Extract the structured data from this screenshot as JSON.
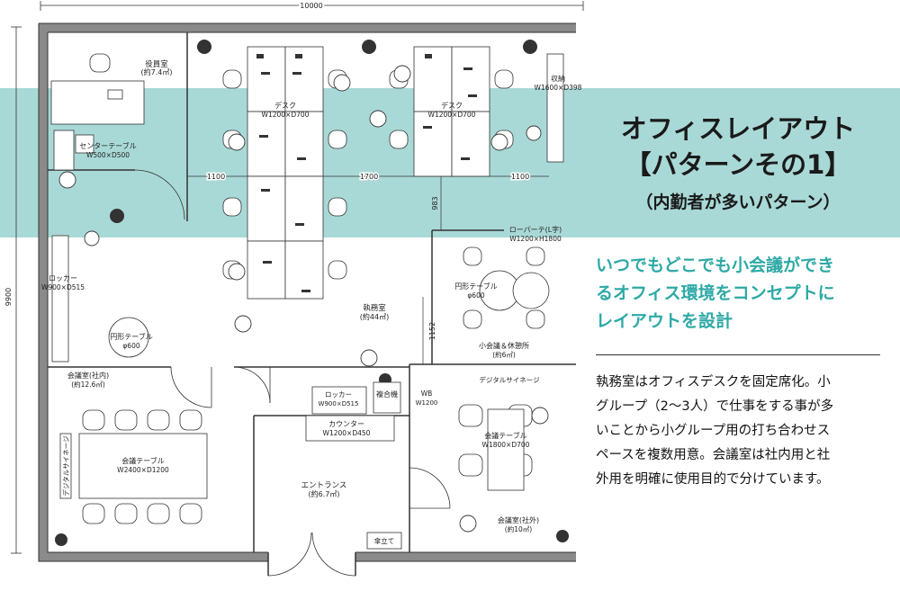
{
  "dims": {
    "width": "10000",
    "height": "9900",
    "d1100a": "1100",
    "d1700": "1700",
    "d1100b": "1100",
    "d983": "983",
    "d1152": "1152"
  },
  "rooms": {
    "exec": {
      "name": "役員室",
      "area": "(約7.4㎡)"
    },
    "storage": {
      "name": "収納",
      "size": "W1600×D398"
    },
    "desk1": {
      "name": "デスク",
      "size": "W1200×D700"
    },
    "desk2": {
      "name": "デスク",
      "size": "W1200×D700"
    },
    "center_table": {
      "name": "センターテーブル",
      "size": "W500×D500"
    },
    "partition": {
      "name": "ローパーテ(L字)",
      "size": "W1200×H1800"
    },
    "locker1": {
      "name": "ロッカー",
      "size": "W900×D515"
    },
    "round1": {
      "name": "円形テーブル",
      "size": "φ600"
    },
    "round2": {
      "name": "円形テーブル",
      "size": "φ600"
    },
    "office": {
      "name": "執務室",
      "area": "(約44㎡)"
    },
    "small_meeting": {
      "name": "小会議＆休憩所",
      "area": "(約6㎡)"
    },
    "meeting_in": {
      "name": "会議室(社内)",
      "area": "(約12.6㎡)"
    },
    "locker2": {
      "name": "ロッカー",
      "size": "W900×D515"
    },
    "copier": {
      "name": "複合機"
    },
    "wb": {
      "name": "WB",
      "size": "W1200"
    },
    "signage1": {
      "name": "デジタルサイネージ"
    },
    "signage2": {
      "name": "デジタルサイネージ"
    },
    "counter": {
      "name": "カウンター",
      "size": "W1200×D450"
    },
    "mtable1": {
      "name": "会議テーブル",
      "size": "W2400×D1200"
    },
    "mtable2": {
      "name": "会議テーブル",
      "size": "W1800×D700"
    },
    "entrance": {
      "name": "エントランス",
      "area": "(約6.7㎡)"
    },
    "meeting_out": {
      "name": "会議室(社外)",
      "area": "(約10㎡)"
    },
    "umbrella": {
      "name": "傘立て"
    }
  },
  "panel": {
    "title_line1": "オフィスレイアウト",
    "title_line2": "【パターンその1】",
    "subtitle": "（内勤者が多いパターン）",
    "lead_lines": [
      "いつでもどこでも小会議ができ",
      "るオフィス環境をコンセプトに",
      "レイアウトを設計"
    ],
    "body_lines": [
      "執務室はオフィスデスクを固定席化。小",
      "グループ（2〜3人）で仕事をする事が多",
      "いことから小グループ用の打ち合わせス",
      "ペースを複数用意。会議室は社内用と社",
      "外用を明確に使用目的で分けています。"
    ]
  },
  "colors": {
    "band": "#a9d9d6",
    "accent": "#2ea9a6",
    "wall": "#8a8a8a"
  }
}
